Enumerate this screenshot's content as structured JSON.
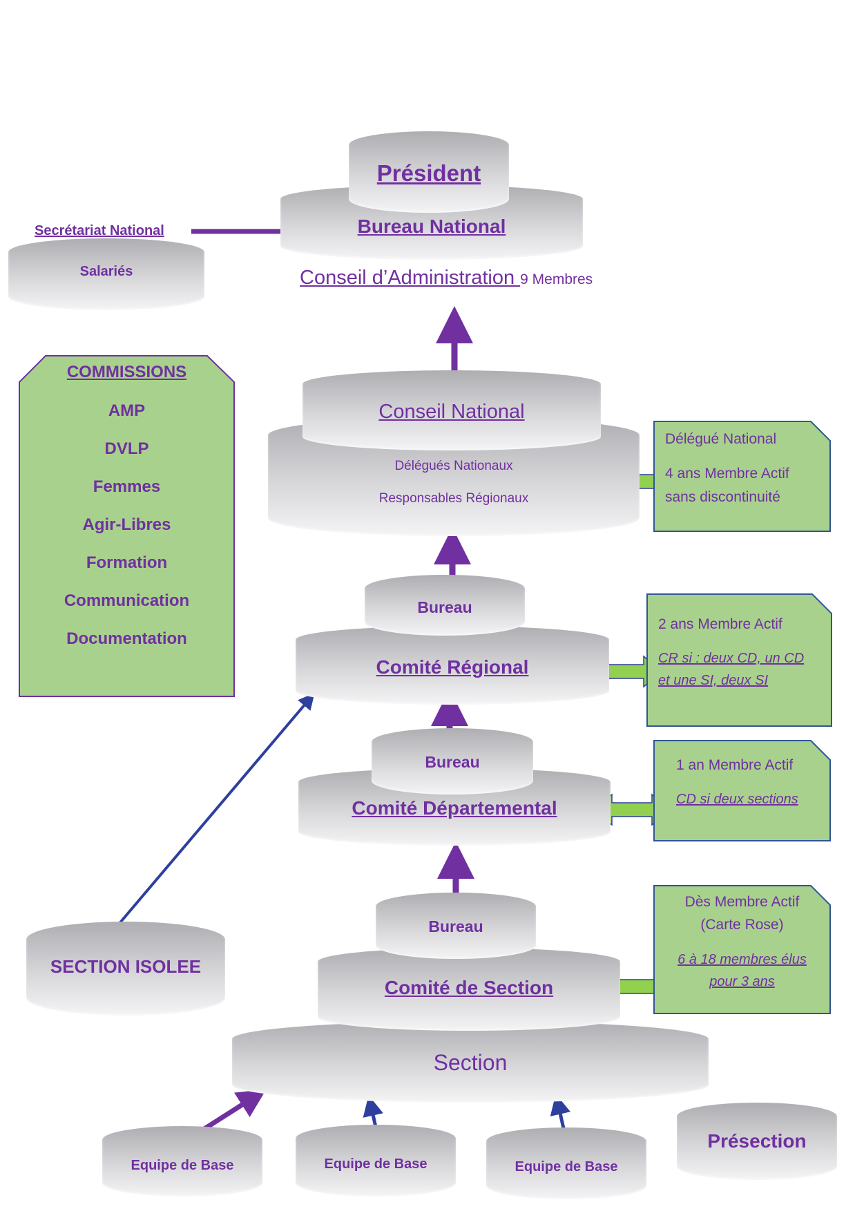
{
  "top": {
    "president": "Président",
    "bureau_national": "Bureau National",
    "conseil_admin": "Conseil d’Administration ",
    "conseil_admin_members": "9 Membres"
  },
  "secretariat": {
    "label": "Secrétariat National",
    "salaries": "Salariés"
  },
  "commissions": {
    "title": "COMMISSIONS",
    "items": [
      "AMP",
      "DVLP",
      "Femmes",
      "Agir-Libres",
      "Formation",
      "Communication",
      "Documentation"
    ]
  },
  "conseil_national": {
    "title": "Conseil National",
    "line1": "Délégués Nationaux",
    "line2": "Responsables Régionaux"
  },
  "regional": {
    "bureau": "Bureau",
    "title": "Comité Régional"
  },
  "departemental": {
    "bureau": "Bureau",
    "title": "Comité Départemental"
  },
  "section_committee": {
    "bureau": "Bureau",
    "title": "Comité de Section"
  },
  "section": "Section",
  "section_isolee": "SECTION ISOLEE",
  "equipes": [
    "Equipe de Base",
    "Equipe de Base",
    "Equipe de Base"
  ],
  "presection": "Présection",
  "notes": {
    "national": {
      "line1": "Délégué National",
      "line2": "4 ans Membre Actif",
      "line3": "sans discontinuité"
    },
    "regional": {
      "line1": "2 ans Membre Actif",
      "line2": "CR si : deux CD, un CD",
      "line3": "et une SI, deux SI"
    },
    "departemental": {
      "line1": "1 an Membre Actif",
      "line2": "CD si deux sections"
    },
    "section": {
      "line1": "Dès Membre Actif",
      "line2": "(Carte Rose)",
      "line3": "6 à 18 membres élus",
      "line4": "pour 3 ans"
    }
  },
  "colors": {
    "text": "#7030a0",
    "note_fill": "#a9d18e",
    "note_border": "#2f5597",
    "arrow_purple": "#7030a0",
    "arrow_blue": "#2e3f9e",
    "double_arrow": "#92d050"
  }
}
